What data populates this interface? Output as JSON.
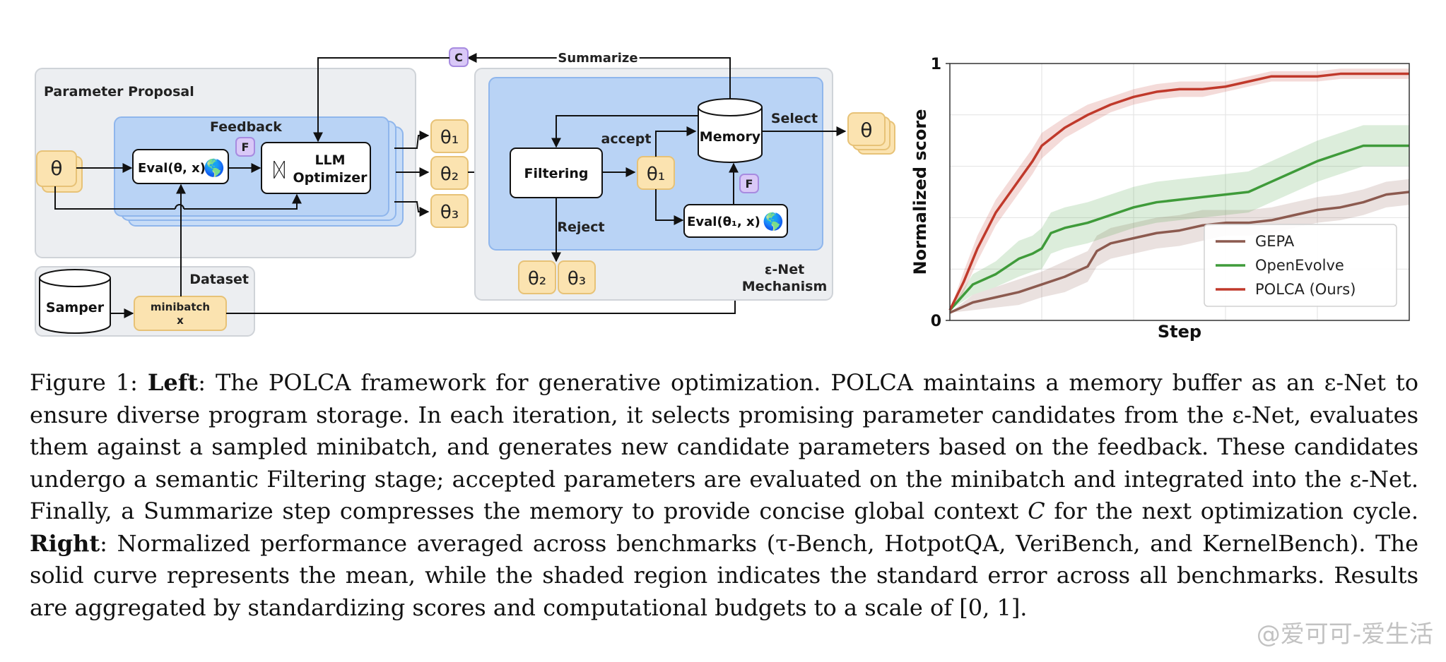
{
  "diagram": {
    "parameter_proposal_title": "Parameter Proposal",
    "feedback_label": "Feedback",
    "theta": "θ",
    "eval_label": "Eval(θ, x)",
    "eval_icon": "🌎",
    "f_badge": "F",
    "c_badge": "C",
    "llm_label_line1": "LLM",
    "llm_label_line2": "Optimizer",
    "llm_icon": "ᛞ",
    "theta1": "θ₁",
    "theta2": "θ₂",
    "theta3": "θ₃",
    "summarize_label": "Summarize",
    "filtering_label": "Filtering",
    "accept_label": "accept",
    "reject_label": "Reject",
    "memory_label": "Memory",
    "select_label": "Select",
    "eval_theta1_label": "Eval(θ₁, x)",
    "enet_label_line1": "ε-Net",
    "enet_label_line2": "Mechanism",
    "dataset_title": "Dataset",
    "sampler_label": "Samper",
    "minibatch_line1": "minibatch",
    "minibatch_line2": "x"
  },
  "chart_data": {
    "type": "line",
    "xlabel": "Step",
    "ylabel": "Normalized score",
    "ylim": [
      0,
      1
    ],
    "xlim": [
      0,
      1
    ],
    "yticks": [
      "0",
      "1"
    ],
    "grid": true,
    "legend_position": "bottom-right",
    "series": [
      {
        "name": "GEPA",
        "color": "#8c5a4f",
        "x": [
          0,
          0.05,
          0.1,
          0.15,
          0.2,
          0.25,
          0.3,
          0.32,
          0.35,
          0.4,
          0.45,
          0.5,
          0.55,
          0.6,
          0.65,
          0.7,
          0.75,
          0.8,
          0.85,
          0.9,
          0.95,
          1.0
        ],
        "y": [
          0.03,
          0.07,
          0.09,
          0.11,
          0.14,
          0.17,
          0.21,
          0.27,
          0.3,
          0.32,
          0.34,
          0.35,
          0.37,
          0.38,
          0.38,
          0.39,
          0.41,
          0.43,
          0.44,
          0.46,
          0.49,
          0.5
        ],
        "err": [
          0.0,
          0.03,
          0.04,
          0.05,
          0.05,
          0.06,
          0.06,
          0.06,
          0.06,
          0.06,
          0.06,
          0.06,
          0.06,
          0.05,
          0.05,
          0.05,
          0.05,
          0.05,
          0.05,
          0.05,
          0.05,
          0.05
        ]
      },
      {
        "name": "OpenEvolve",
        "color": "#3f9b3a",
        "x": [
          0,
          0.05,
          0.1,
          0.15,
          0.18,
          0.2,
          0.22,
          0.25,
          0.3,
          0.35,
          0.4,
          0.45,
          0.5,
          0.55,
          0.6,
          0.65,
          0.7,
          0.75,
          0.8,
          0.85,
          0.9,
          0.95,
          1.0
        ],
        "y": [
          0.04,
          0.14,
          0.18,
          0.24,
          0.26,
          0.28,
          0.34,
          0.36,
          0.38,
          0.41,
          0.44,
          0.46,
          0.47,
          0.48,
          0.49,
          0.5,
          0.54,
          0.58,
          0.62,
          0.65,
          0.68,
          0.68,
          0.68
        ],
        "err": [
          0.0,
          0.04,
          0.05,
          0.07,
          0.07,
          0.08,
          0.08,
          0.08,
          0.08,
          0.08,
          0.08,
          0.08,
          0.08,
          0.08,
          0.08,
          0.08,
          0.08,
          0.08,
          0.08,
          0.08,
          0.08,
          0.08,
          0.08
        ]
      },
      {
        "name": "POLCA (Ours)",
        "color": "#c0392b",
        "x": [
          0,
          0.03,
          0.06,
          0.1,
          0.14,
          0.18,
          0.2,
          0.25,
          0.3,
          0.35,
          0.4,
          0.45,
          0.5,
          0.55,
          0.6,
          0.65,
          0.7,
          0.75,
          0.8,
          0.85,
          0.9,
          0.95,
          1.0
        ],
        "y": [
          0.04,
          0.15,
          0.28,
          0.42,
          0.52,
          0.62,
          0.68,
          0.75,
          0.8,
          0.84,
          0.87,
          0.89,
          0.9,
          0.9,
          0.91,
          0.93,
          0.95,
          0.95,
          0.95,
          0.96,
          0.96,
          0.96,
          0.96
        ],
        "err": [
          0.0,
          0.04,
          0.05,
          0.05,
          0.05,
          0.05,
          0.05,
          0.04,
          0.04,
          0.03,
          0.03,
          0.03,
          0.03,
          0.03,
          0.02,
          0.02,
          0.02,
          0.02,
          0.02,
          0.02,
          0.02,
          0.02,
          0.02
        ]
      }
    ]
  },
  "caption": {
    "figure_label": "Figure 1:",
    "left_label": "Left",
    "left_text": ": The POLCA framework for generative optimization. POLCA maintains a memory buffer as an ε-Net to ensure diverse program storage. In each iteration, it selects promising parameter candidates from the ε-Net, evaluates them against a sampled minibatch, and generates new candidate parameters based on the feedback. These candidates undergo a semantic Filtering stage; accepted parameters are evaluated on the minibatch and integrated into the ε-Net. Finally, a Summarize step compresses the memory to provide concise global context ",
    "context_symbol": "C",
    "left_text_end": " for the next optimization cycle.",
    "right_label": "Right",
    "right_text": ": Normalized performance averaged across benchmarks (τ-Bench, HotpotQA, VeriBench, and KernelBench). The solid curve represents the mean, while the shaded region indicates the standard error across all benchmarks. Results are aggregated by standardizing scores and computational budgets to a scale of [0, 1]."
  },
  "watermark": "@爱可可-爱生活"
}
